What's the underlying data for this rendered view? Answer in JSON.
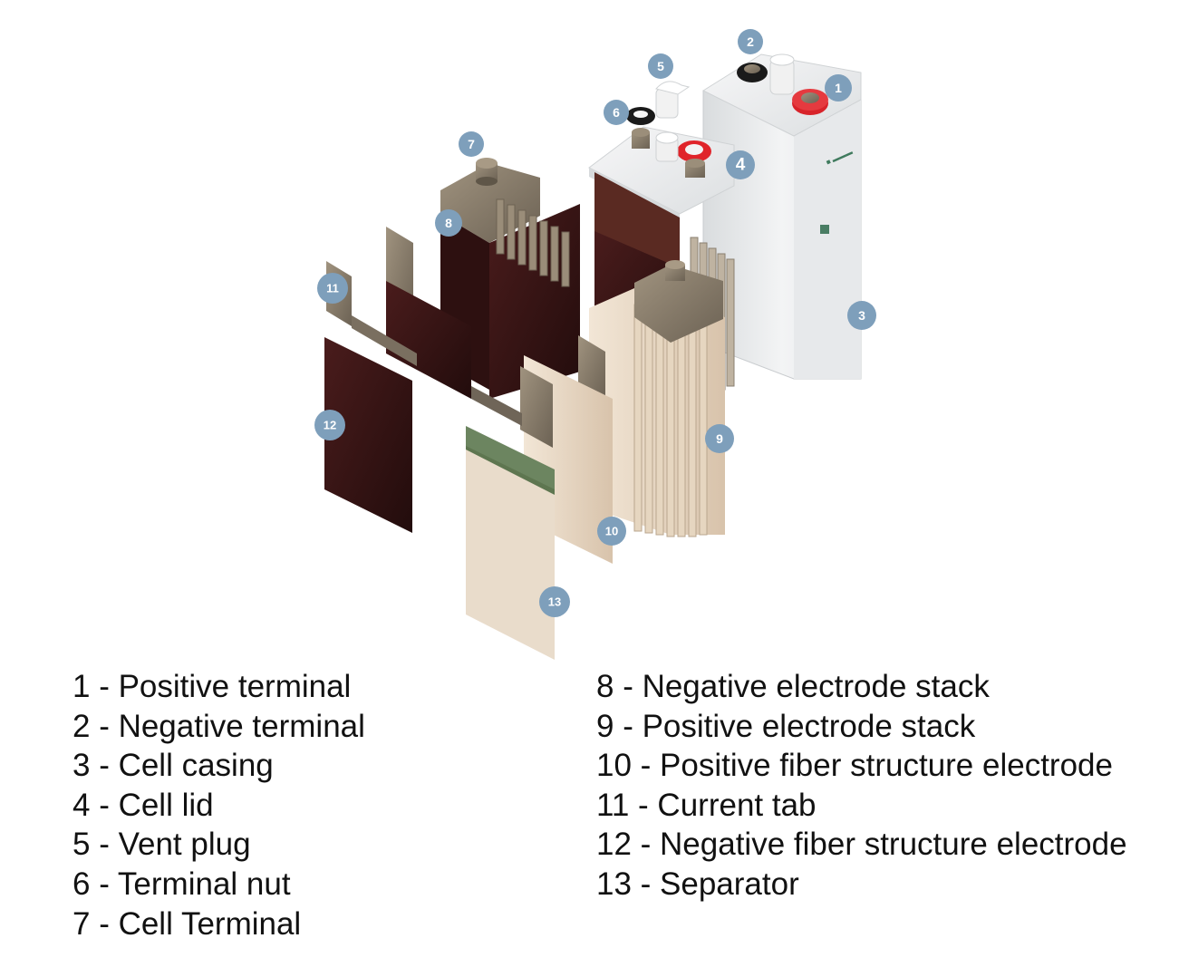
{
  "markers": [
    {
      "number": "1",
      "label": "Positive terminal"
    },
    {
      "number": "2",
      "label": "Negative terminal"
    },
    {
      "number": "3",
      "label": "Cell casing"
    },
    {
      "number": "4",
      "label": "Cell lid"
    },
    {
      "number": "5",
      "label": "Vent plug"
    },
    {
      "number": "6",
      "label": "Terminal nut"
    },
    {
      "number": "7",
      "label": "Cell Terminal"
    },
    {
      "number": "8",
      "label": "Negative electrode stack"
    },
    {
      "number": "9",
      "label": "Positive electrode stack"
    },
    {
      "number": "10",
      "label": "Positive fiber structure electrode"
    },
    {
      "number": "11",
      "label": "Current tab"
    },
    {
      "number": "12",
      "label": "Negative fiber structure electrode"
    },
    {
      "number": "13",
      "label": "Separator"
    }
  ],
  "legend": {
    "left": [
      "1 - Positive terminal",
      "2 - Negative terminal",
      "3 - Cell casing",
      "4 - Cell lid",
      "5 - Vent plug",
      "6 - Terminal nut",
      "7 - Cell Terminal"
    ],
    "right": [
      "8 - Negative electrode stack",
      "9 - Positive electrode stack",
      "10 - Positive fiber structure electrode",
      "11 - Current tab",
      "12 - Negative fiber structure electrode",
      "13 - Separator"
    ]
  },
  "colors": {
    "badge": "#7e9fbb",
    "negative_electrode": "#3a1414",
    "positive_electrode": "#e8d8c4",
    "casing": "#eef0f1",
    "terminal_metal": "#857a6a",
    "positive_seal": "#e0242a",
    "negative_seal": "#1b1b1b",
    "separator_top": "#5e7650"
  }
}
